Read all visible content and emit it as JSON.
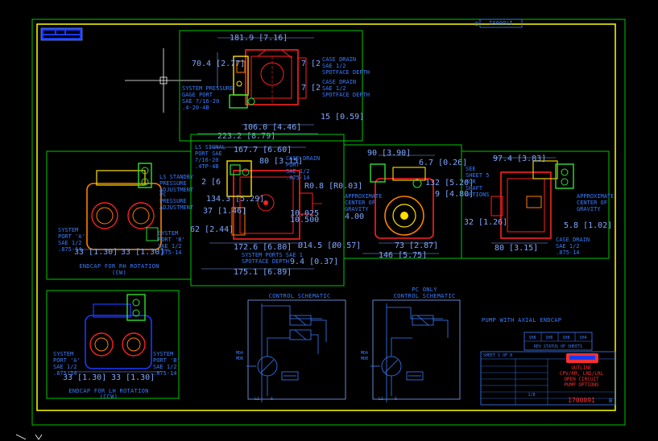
{
  "drawing": {
    "number_top": "1700091",
    "rev_top": "B",
    "title_number": "1700091",
    "title_rev": "B",
    "sheet": "1/8",
    "title_lines": [
      "OUTLINE",
      "CPV/RM, LRD/LRL",
      "OPEN CIRCUIT",
      "PUMP OPTIONS"
    ],
    "revision_status_label": "REV STATUS OF SHEETS",
    "revision_cells": [
      "SH8",
      "SH6",
      "SH8",
      "SH4"
    ],
    "sheet_note": "SHEET 1 OF 8"
  },
  "views": {
    "top_view": {
      "dims": {
        "width_top": "181.9 [7.16]",
        "height_left": "70.4 [2.77]",
        "right_a": "7 [2",
        "right_b": "7 [2",
        "bottom_small": "15 [0.59]",
        "bottom_width": "106.0 [4.46]",
        "overall": "223.2 [8.79]"
      },
      "labels": {
        "case_drain": "CASE DRAIN\nSAE 1/2\nSPOTFACE DEPTH",
        "case_drain_2": "CASE DRAIN\nSAE 1/2\nSPOTFACE DEPTH",
        "system_pressure": "SYSTEM PRESSURE\nGAGE PORT\nSAE 7/16-20\n.4-20-4B"
      }
    },
    "side_view": {
      "dims": {
        "top": "167.7 [6.60]",
        "d80": "80 [3.15]",
        "r08": "R0.8 [R0.03]",
        "left_a": "2 [6",
        "left_b": "134.3 [5.29]",
        "left_c": "37 [1.46]",
        "left_d": "62 [2.44]",
        "mid_a": "10.025",
        "mid_b": "10.500",
        "d145": "Ø14.5 [Ø0.57]",
        "bottom_a": "172.6 [6.80]",
        "bottom_b": "9.4 [0.37]",
        "bottom_c": "175.1 [6.89]"
      },
      "labels": {
        "ls_signal": "LS SIGNAL\nPORT SAE\n7/16-20\n.4TP-4B",
        "case_drain": "CASE DRAIN\nPORT\nSAE 1/2\n.875-14",
        "system_ports": "SYSTEM PORTS SAE 1\nSPOTFACE DEPTH"
      }
    },
    "front_view": {
      "dims": {
        "top_a": "90 [3.90]",
        "top_b": "6.7 [0.26]",
        "right_a": "132 [5.20]",
        "right_b": "9 [4.80]",
        "left": "4.00",
        "bottom_a": "73 [2.87]",
        "bottom_b": "146 [5.75]"
      },
      "labels": {
        "cg": "APPROXIMATE\nCENTER OF\nGRAVITY"
      }
    },
    "right_view": {
      "dims": {
        "top": "97.4 [3.83]",
        "left": "32 [1.26]",
        "right": "5.8 [1.02]",
        "bottom": "80 [3.15]"
      },
      "labels": {
        "see_sheet": "SEE\nSHEET 5\nFOR\nSHAFT\nOPTIONS",
        "cg": "APPROXIMATE\nCENTER OF\nGRAVITY",
        "case_drain": "CASE DRAIN\nSAE 1/2\n.875-14"
      }
    },
    "endcap_rh": {
      "dims": {
        "bottom": "33 [1.30]",
        "bottom_b": "33 [1.30]"
      },
      "labels": {
        "ls": "LS STANDBY\nPRESSURE\nADJUSTMENT",
        "pc": "PC\nPRESSURE\nADJUSTMENT",
        "system": "SYSTEM\nPORT 'A'\nSAE 1/2\n.875-14",
        "system_b": "SYSTEM\nPORT 'B'\nSAE 1/2\n.875-14"
      },
      "caption": "ENDCAP FOR RH ROTATION",
      "sub": "(CW)"
    },
    "endcap_lh": {
      "dims": {
        "bottom": "33 [1.30]",
        "bottom_b": "33 [1.30]"
      },
      "labels": {
        "system": "SYSTEM\nPORT 'A'\nSAE 1/2\n.875-14",
        "system_b": "SYSTEM\nPORT 'B'\nSAE 1/2\n.875-14"
      },
      "caption": "ENDCAP FOR LH ROTATION",
      "sub": "(CCW)"
    }
  },
  "schematics": {
    "left_title": "CONTROL SCHEMATIC",
    "right_pre": "PC ONLY",
    "right_title": "CONTROL SCHEMATIC",
    "port_labels": [
      "MDA",
      "MDB",
      "L1",
      "S"
    ]
  },
  "notes": {
    "axial_endcap": "PUMP WITH AXIAL ENDCAP"
  },
  "colors": {
    "background": "#000000",
    "border": "#ffff00",
    "frame": "#00c800",
    "dimension": "#7fa8ff",
    "label": "#3a7dff",
    "pump_red": "#ff2020",
    "pump_orange": "#ff8000",
    "valve_green": "#30e030",
    "port_yellow": "#ffe000"
  }
}
